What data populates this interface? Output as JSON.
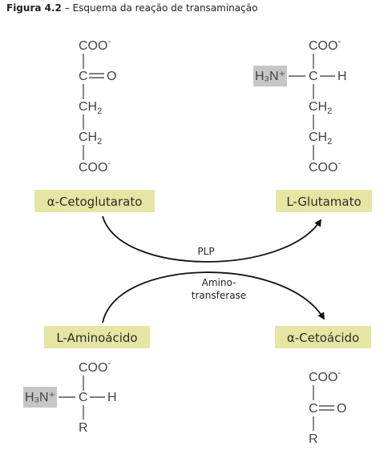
{
  "caption": {
    "label": "Figura 4.2",
    "sep": " – ",
    "text": "Esquema da reação de transaminação"
  },
  "colors": {
    "name_box": "#e6e6a4",
    "amine_box": "#c6c6c6",
    "bond": "#555555",
    "arrow": "#111111"
  },
  "substrates": {
    "ketoglutarate": {
      "name": "α-Cetoglutarato",
      "atoms": {
        "top": "COO",
        "c2": "C",
        "o": "O",
        "ch2a": "CH",
        "ch2b": "CH",
        "bottom": "COO"
      },
      "charge": "-",
      "sub": "2"
    },
    "glutamate": {
      "name": "L-Glutamato",
      "atoms": {
        "top": "COO",
        "amine": "H₃N⁺",
        "c2": "C",
        "h": "H",
        "ch2a": "CH",
        "ch2b": "CH",
        "bottom": "COO"
      },
      "charge": "-",
      "sub": "2"
    },
    "aminoacid": {
      "name": "L-Aminoácido",
      "atoms": {
        "top": "COO",
        "amine": "H₃N⁺",
        "c": "C",
        "h": "H",
        "r": "R"
      },
      "charge": "-"
    },
    "ketoacid": {
      "name": "α-Cetoácido",
      "atoms": {
        "top": "COO",
        "c": "C",
        "o": "O",
        "r": "R"
      },
      "charge": "-"
    }
  },
  "enzyme": {
    "cofactor": "PLP",
    "name_line1": "Amino-",
    "name_line2": "transferase"
  }
}
